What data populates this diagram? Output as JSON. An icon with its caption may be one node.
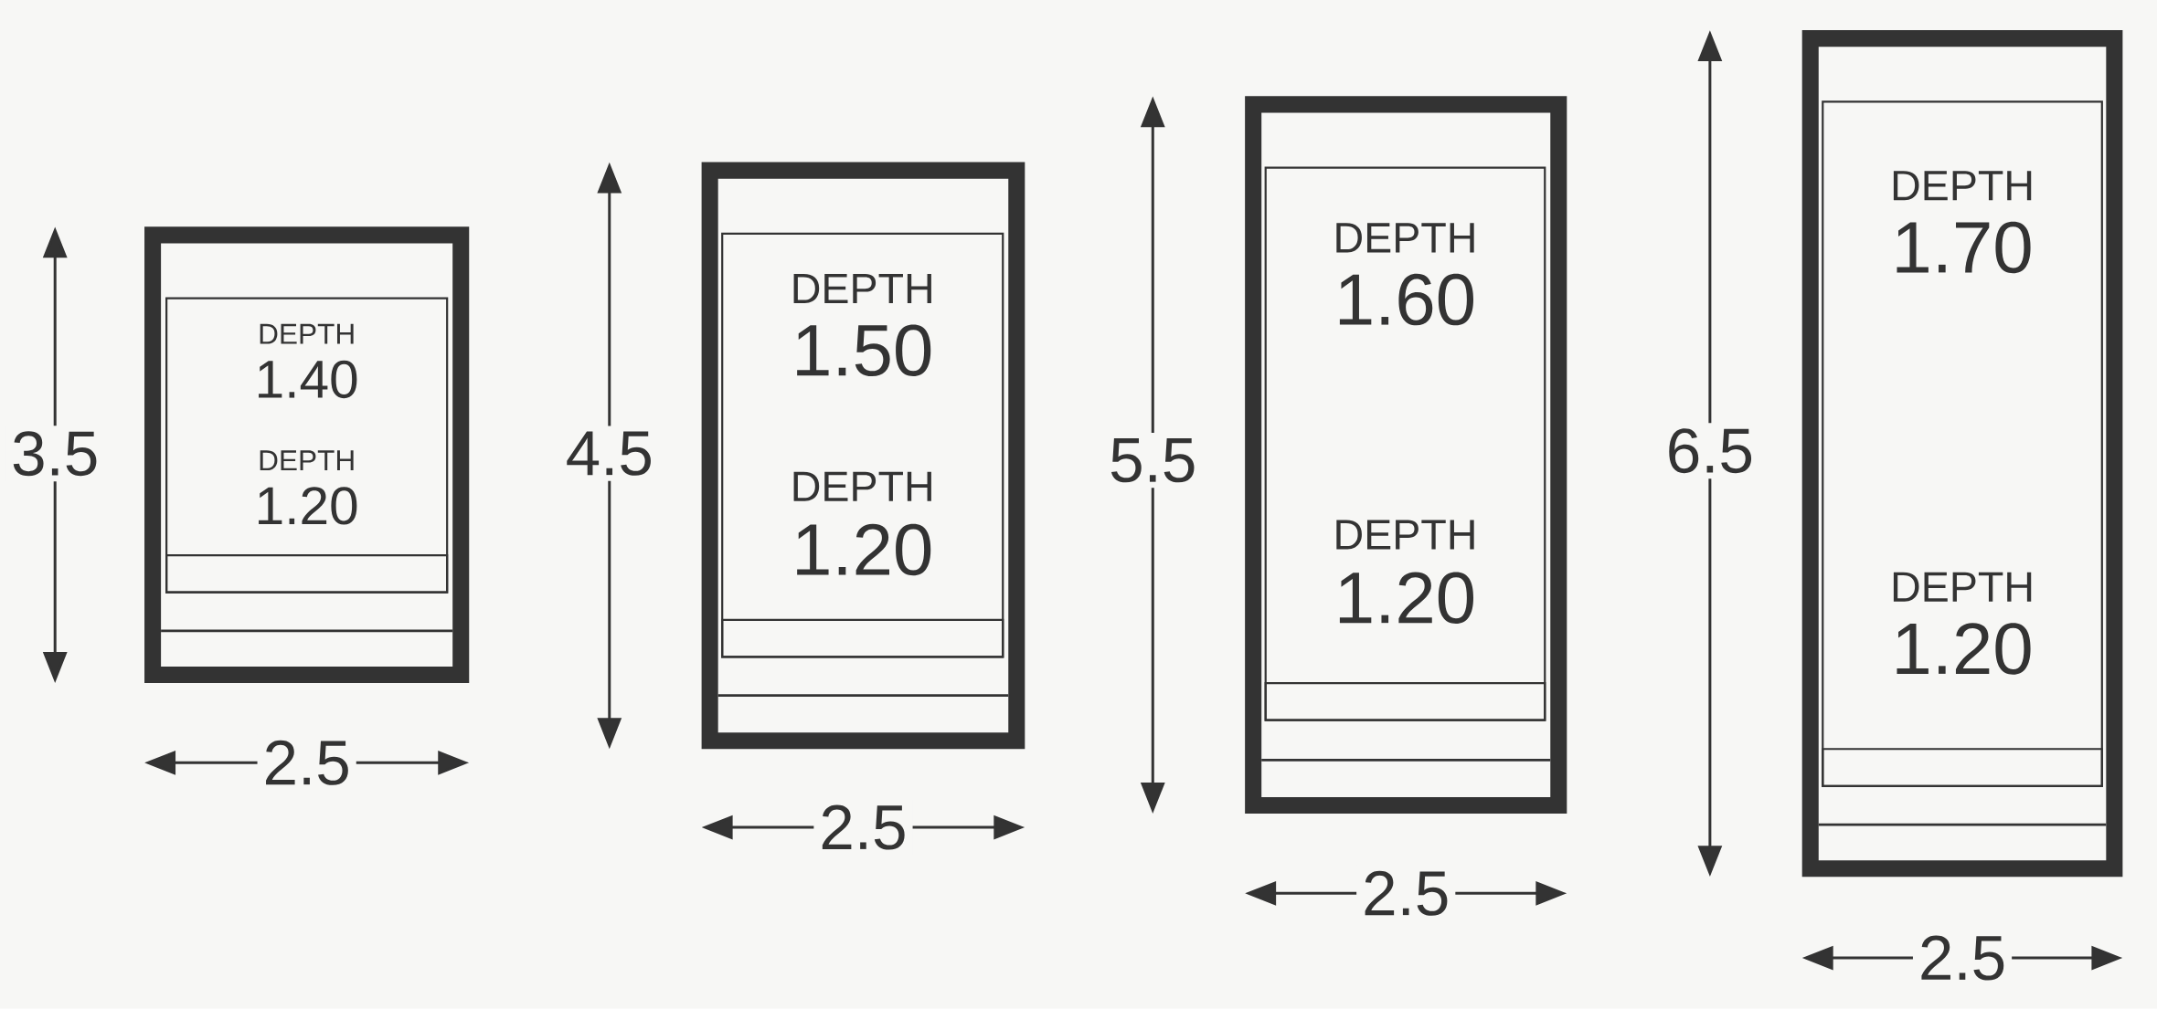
{
  "diagram": {
    "nodes": [
      {
        "text": [],
        "shape": "box"
      },
      {
        "text": [
          "DEPTH",
          "1.40",
          "DEPTH",
          "1.20"
        ],
        "in": 0
      },
      {
        "text": [],
        "shape": "box"
      },
      {
        "text": [
          "DEPTH",
          "1.50",
          "DEPTH",
          "1.20"
        ],
        "in": 2
      },
      {
        "text": [],
        "shape": "box"
      },
      {
        "text": [
          "DEPTH",
          "1.60",
          "DEPTH",
          "1.20"
        ],
        "in": 4
      },
      {
        "text": [],
        "shape": "box"
      },
      {
        "text": [
          "DEPTH",
          "1.70",
          "DEPTH",
          "1.20"
        ],
        "in": 6
      }
    ],
    "labels": [
      "3.5",
      "2.5",
      "4.5",
      "2.5",
      "5.5",
      "2.5",
      "6.5",
      "2.5"
    ]
  }
}
